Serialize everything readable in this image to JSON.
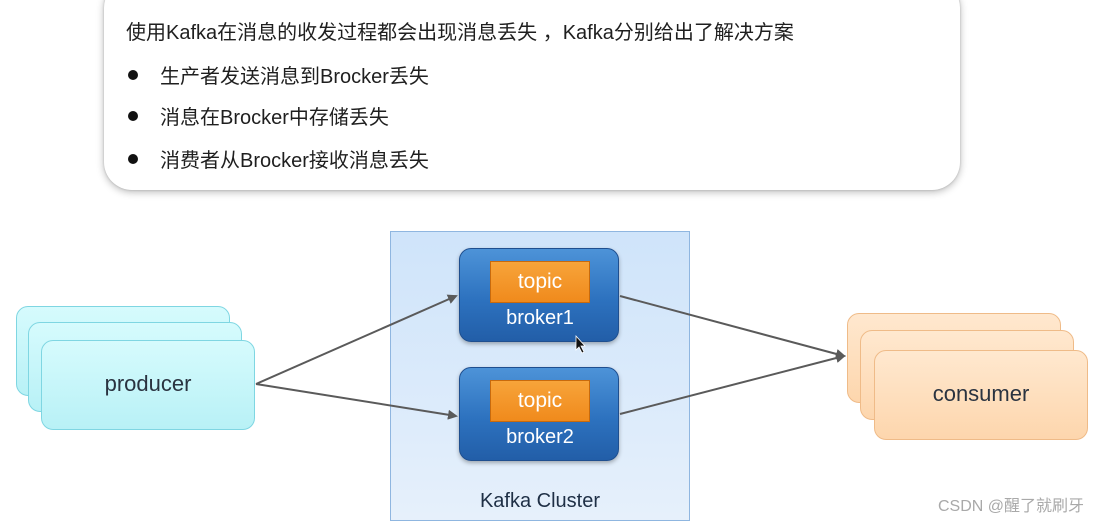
{
  "callout": {
    "title": "使用Kafka在消息的收发过程都会出现消息丢失 ，Kafka分别给出了解决方案",
    "bullets": [
      "生产者发送消息到Brocker丢失",
      "消息在Brocker中存储丢失",
      "消费者从Brocker接收消息丢失"
    ]
  },
  "diagram": {
    "producer_label": "producer",
    "consumer_label": "consumer",
    "cluster_label": "Kafka Cluster",
    "brokers": [
      {
        "topic": "topic",
        "name": "broker1"
      },
      {
        "topic": "topic",
        "name": "broker2"
      }
    ]
  },
  "watermark": "CSDN @醒了就刷牙",
  "colors": {
    "broker": "#2d72bf",
    "topic": "#f08a1c",
    "producer": "#b8f1f6",
    "consumer": "#fdd6ad",
    "cluster": "#cfe4fa",
    "arrow": "#5a5a5a"
  }
}
